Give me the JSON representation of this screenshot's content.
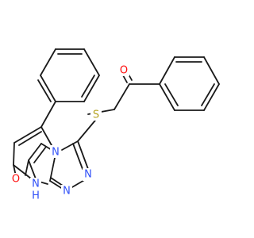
{
  "molecule": {
    "colors": {
      "bond": "#1a1a1a",
      "oxygen": "#ff0d0d",
      "nitrogen": "#3050f8",
      "sulfur": "#b5a21e",
      "background": "#ffffff"
    },
    "labels": {
      "ketone_oxygen": "O",
      "sulfur": "S",
      "ring_nitrogen_bridge": "N",
      "triazole_nitrogen_1": "N",
      "triazole_nitrogen_2": "N",
      "amide_nh": "N",
      "amide_h": "H",
      "carbonyl_oxygen": "O"
    }
  }
}
